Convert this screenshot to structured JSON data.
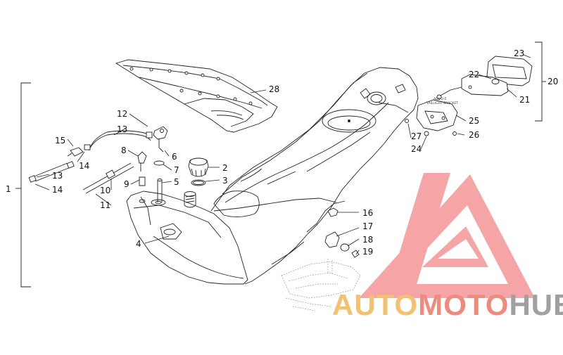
{
  "diagram": {
    "callouts": {
      "n1": "1",
      "n2": "2",
      "n3": "3",
      "n4": "4",
      "n5": "5",
      "n6": "6",
      "n7": "7",
      "n8": "8",
      "n9": "9",
      "n10": "10",
      "n11": "11",
      "n12": "12",
      "n13a": "13",
      "n13b": "13",
      "n14a": "14",
      "n14b": "14",
      "n15": "15",
      "n16": "16",
      "n17": "17",
      "n18": "18",
      "n19": "19",
      "n20": "20",
      "n21": "21",
      "n22": "22",
      "n23": "23",
      "n24": "24",
      "n25": "25",
      "n26": "26",
      "n27": "27",
      "n28": "28"
    },
    "bracket_note_line1": "ADS-2-5",
    "bracket_note_line2": "TAILLIGHT BRACKET"
  },
  "watermark": {
    "part1": "AUTO",
    "part2": "MOTO",
    "part3": "HUB",
    "colors": {
      "auto": "#f5c070",
      "moto": "#f08a7c",
      "hub": "#a0a0a0",
      "logo": "#ef6f6f"
    }
  }
}
